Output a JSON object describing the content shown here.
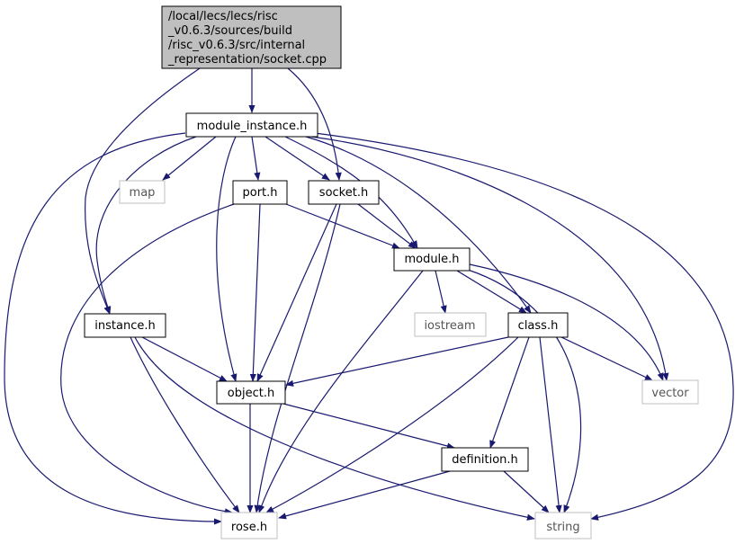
{
  "root": {
    "lines": [
      "/local/lecs/lecs/risc",
      "_v0.6.3/sources/build",
      "/risc_v0.6.3/src/internal",
      "_representation/socket.cpp"
    ]
  },
  "nodes": {
    "module_instance": "module_instance.h",
    "map": "map",
    "port": "port.h",
    "socket": "socket.h",
    "module": "module.h",
    "iostream": "iostream",
    "class": "class.h",
    "instance": "instance.h",
    "object": "object.h",
    "vector": "vector",
    "definition": "definition.h",
    "rose": "rose.h",
    "string": "string"
  },
  "colors": {
    "edge": "#191970",
    "root_fill": "#bfbfbf",
    "node_border": "#000000",
    "external_border": "#bfbfbf",
    "external_text": "#555555"
  }
}
